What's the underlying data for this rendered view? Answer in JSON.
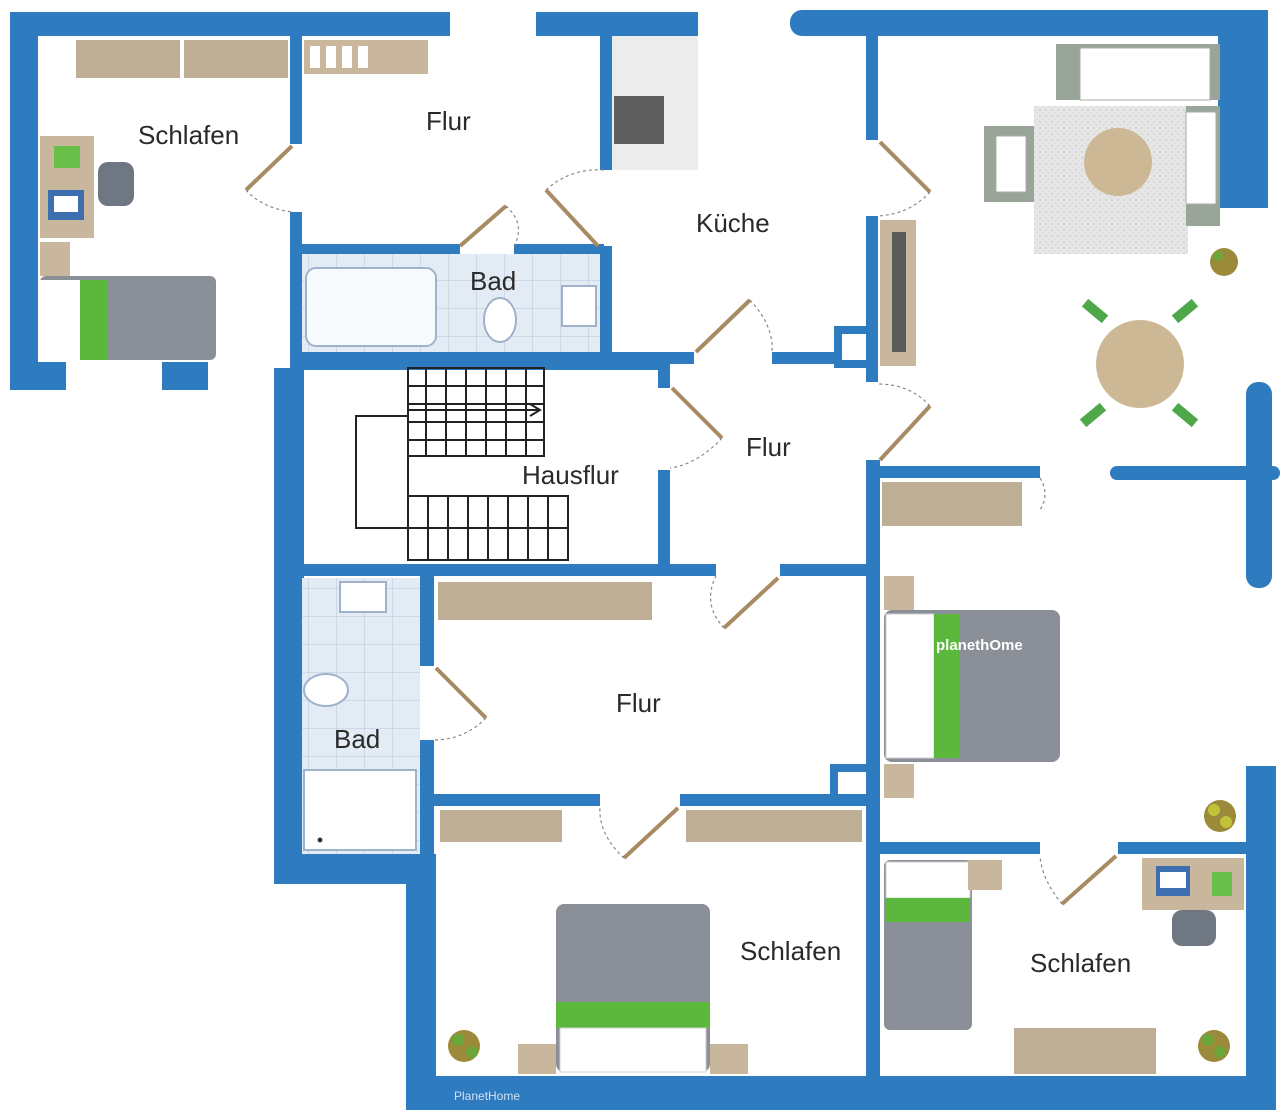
{
  "rooms": {
    "schlafen_nw": "Schlafen",
    "flur_top": "Flur",
    "kueche": "Küche",
    "bad_top": "Bad",
    "hausflur": "Hausflur",
    "flur_mid": "Flur",
    "bad_left": "Bad",
    "flur_main": "Flur",
    "schlafen_bottom": "Schlafen",
    "schlafen_se": "Schlafen"
  },
  "watermark": {
    "bed_logo": "planethOme",
    "footer": "PlanetHome"
  },
  "colors": {
    "wall": "#2f7bbf",
    "furniture": "#bfae96",
    "bed": "#8a8f98",
    "bed_accent": "#5cb83c",
    "tile": "#dde6f2",
    "table": "#cdb895"
  }
}
